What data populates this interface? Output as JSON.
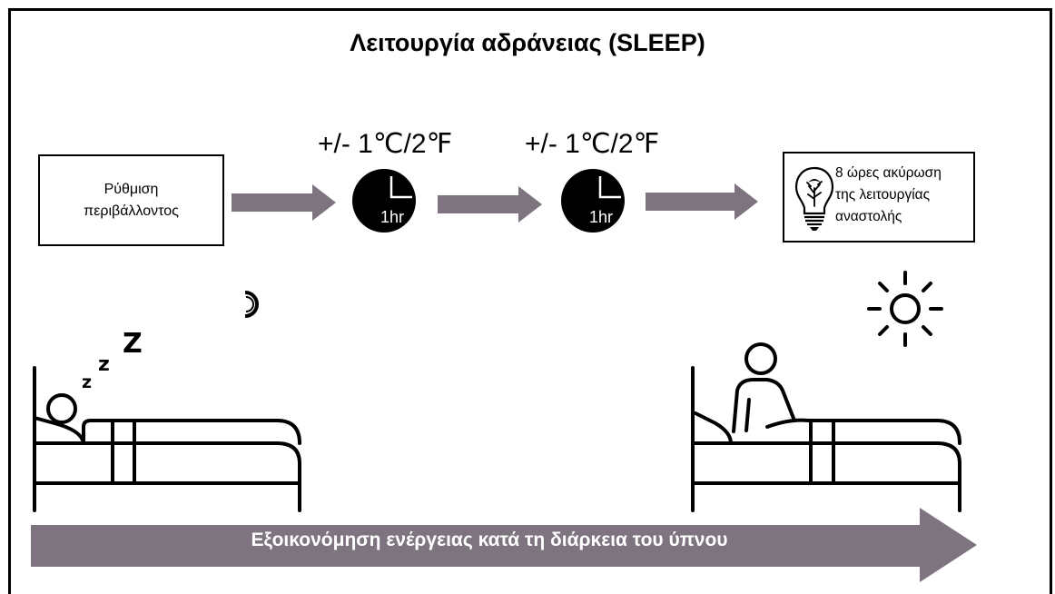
{
  "title": "Λειτουργία αδράνειας (SLEEP)",
  "start_box": {
    "line1": "Ρύθμιση",
    "line2": "περιβάλλοντος"
  },
  "steps": [
    {
      "temp": "+/- 1℃/2℉",
      "clock": "1hr"
    },
    {
      "temp": "+/- 1℃/2℉",
      "clock": "1hr"
    }
  ],
  "end_box": {
    "line1": "8 ώρες ακύρωση",
    "line2": "της λειτουργίας",
    "line3": "αναστολής"
  },
  "bottom_arrow": "Εξοικονόμηση ενέργειας κατά τη διάρκεια του ύπνου",
  "sleep_letters": [
    "z",
    "z",
    "Z"
  ],
  "colors": {
    "arrow": "#7e7480",
    "clock": "#000000",
    "line": "#000000"
  },
  "icons": [
    "moon-icon",
    "sun-icon",
    "lightbulb-icon",
    "sleeping-person-icon",
    "waking-person-icon",
    "clock-icon"
  ]
}
